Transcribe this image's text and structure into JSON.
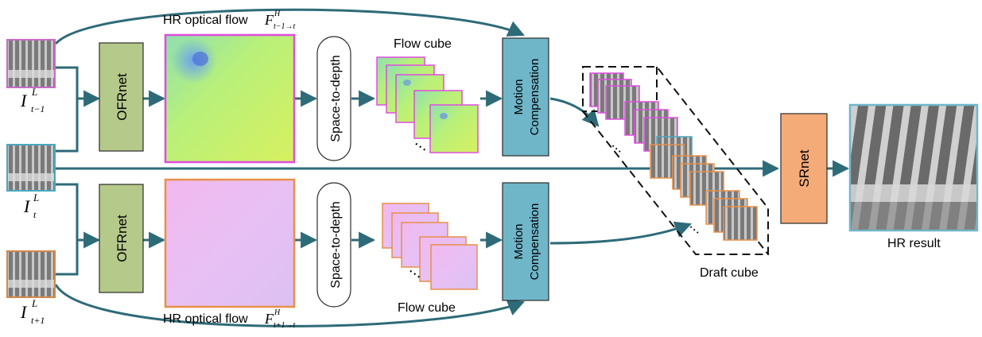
{
  "frames": {
    "prev": {
      "symbol": "I",
      "sup": "L",
      "sub": "t−1",
      "border": "#c86ac8"
    },
    "curr": {
      "symbol": "I",
      "sup": "L",
      "sub": "t",
      "border": "#4aa8c0"
    },
    "next": {
      "symbol": "I",
      "sup": "L",
      "sub": "t+1",
      "border": "#d4884a"
    }
  },
  "top": {
    "flow_label": "HR optical flow",
    "flow_symbol": {
      "symbol": "F",
      "sup": "H",
      "sub": "t−1→t"
    },
    "ofr_label": "OFRnet",
    "s2d_label": "Space-to-depth",
    "cube_label": "Flow cube",
    "mc_line1": "Motion",
    "mc_line2": "Compensation"
  },
  "bottom": {
    "flow_label": "HR optical flow",
    "flow_symbol": {
      "symbol": "F",
      "sup": "H",
      "sub": "t+1→t"
    },
    "ofr_label": "OFRnet",
    "s2d_label": "Space-to-depth",
    "cube_label": "Flow cube",
    "mc_line1": "Motion",
    "mc_line2": "Compensation"
  },
  "draft_label": "Draft cube",
  "srnet_label": "SRnet",
  "result_label": "HR result",
  "ellipsis": "⋯",
  "colors": {
    "arrow": "#2e6b78",
    "ofrnet_fill": "#b5c98a",
    "mc_fill": "#6fb6c9",
    "srnet_fill": "#f4ab78",
    "magenta_border": "#e04ce0",
    "orange_border": "#e89048",
    "result_border": "#6fb6c9"
  }
}
